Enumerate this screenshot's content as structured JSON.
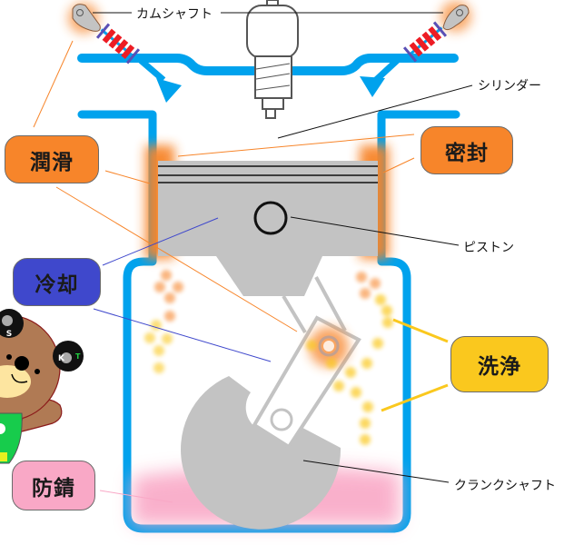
{
  "title": "エンジンオイルの5つの役割",
  "colors": {
    "cylinder_blue": "#00a2ed",
    "piston_gray": "#c3c3c3",
    "oil_orange": "#f7852a",
    "wash_yellow": "#fac81e",
    "rust_pink": "#f9a8c6",
    "cool_blue": "#3f48cc",
    "spring_red": "#ed1c24",
    "spring_purple": "#5a4fb5"
  },
  "parts": {
    "camshaft": "カムシャフト",
    "cylinder": "シリンダー",
    "piston": "ピストン",
    "crankshaft": "クランクシャフト"
  },
  "roles": {
    "lubrication": "潤滑",
    "sealing": "密封",
    "cooling": "冷却",
    "cleaning": "洗浄",
    "rust_prevention": "防錆"
  },
  "mascot": {
    "name": "bear-mascot",
    "badge_left": "S",
    "badge_right": "K T"
  }
}
